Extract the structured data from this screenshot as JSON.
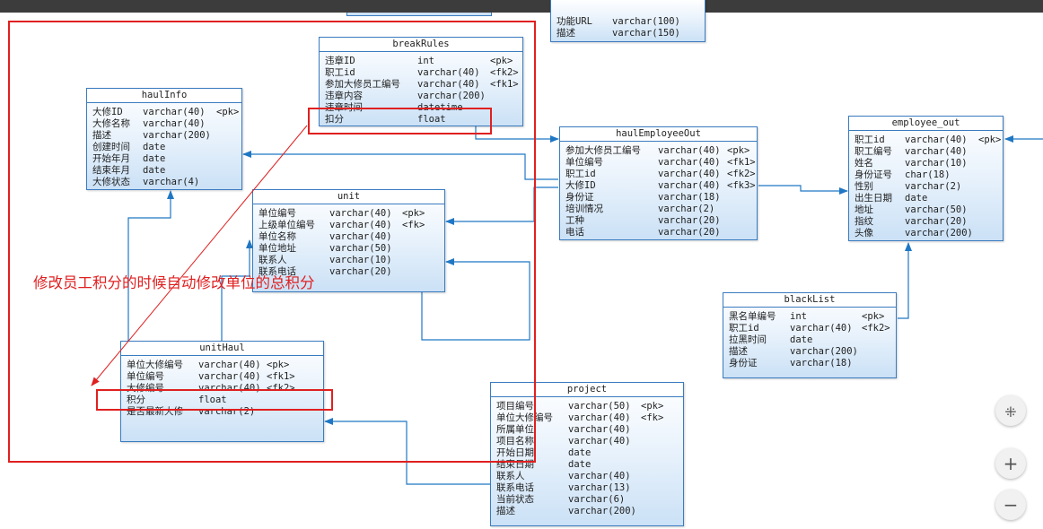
{
  "annotation": {
    "note": "修改员工积分的时候自动修改单位的总积分"
  },
  "tables": [
    {
      "id": "top",
      "title": "",
      "rows": [
        {
          "name": "功能URL",
          "type": "varchar(100)",
          "key": ""
        },
        {
          "name": "描述",
          "type": "varchar(150)",
          "key": ""
        }
      ]
    },
    {
      "id": "breakRules",
      "title": "breakRules",
      "rows": [
        {
          "name": "违章ID",
          "type": "int",
          "key": "<pk>"
        },
        {
          "name": "职工id",
          "type": "varchar(40)",
          "key": "<fk2>"
        },
        {
          "name": "参加大修员工编号",
          "type": "varchar(40)",
          "key": "<fk1>"
        },
        {
          "name": "违章内容",
          "type": "varchar(200)",
          "key": ""
        },
        {
          "name": "违章时间",
          "type": "datetime",
          "key": ""
        },
        {
          "name": "扣分",
          "type": "float",
          "key": ""
        }
      ]
    },
    {
      "id": "haulInfo",
      "title": "haulInfo",
      "rows": [
        {
          "name": "大修ID",
          "type": "varchar(40)",
          "key": "<pk>"
        },
        {
          "name": "大修名称",
          "type": "varchar(40)",
          "key": ""
        },
        {
          "name": "描述",
          "type": "varchar(200)",
          "key": ""
        },
        {
          "name": "创建时间",
          "type": "date",
          "key": ""
        },
        {
          "name": "开始年月",
          "type": "date",
          "key": ""
        },
        {
          "name": "结束年月",
          "type": "date",
          "key": ""
        },
        {
          "name": "大修状态",
          "type": "varchar(4)",
          "key": ""
        }
      ]
    },
    {
      "id": "unit",
      "title": "unit",
      "rows": [
        {
          "name": "单位编号",
          "type": "varchar(40)",
          "key": "<pk>"
        },
        {
          "name": "上级单位编号",
          "type": "varchar(40)",
          "key": "<fk>"
        },
        {
          "name": "单位名称",
          "type": "varchar(40)",
          "key": ""
        },
        {
          "name": "单位地址",
          "type": "varchar(50)",
          "key": ""
        },
        {
          "name": "联系人",
          "type": "varchar(10)",
          "key": ""
        },
        {
          "name": "联系电话",
          "type": "varchar(20)",
          "key": ""
        }
      ]
    },
    {
      "id": "haulEmployeeOut",
      "title": "haulEmployeeOut",
      "rows": [
        {
          "name": "参加大修员工编号",
          "type": "varchar(40)",
          "key": "<pk>"
        },
        {
          "name": "单位编号",
          "type": "varchar(40)",
          "key": "<fk1>"
        },
        {
          "name": "职工id",
          "type": "varchar(40)",
          "key": "<fk2>"
        },
        {
          "name": "大修ID",
          "type": "varchar(40)",
          "key": "<fk3>"
        },
        {
          "name": "身份证",
          "type": "varchar(18)",
          "key": ""
        },
        {
          "name": "培训情况",
          "type": "varchar(2)",
          "key": ""
        },
        {
          "name": "工种",
          "type": "varchar(20)",
          "key": ""
        },
        {
          "name": "电话",
          "type": "varchar(20)",
          "key": ""
        }
      ]
    },
    {
      "id": "employee_out",
      "title": "employee_out",
      "rows": [
        {
          "name": "职工id",
          "type": "varchar(40)",
          "key": "<pk>"
        },
        {
          "name": "职工编号",
          "type": "varchar(40)",
          "key": ""
        },
        {
          "name": "姓名",
          "type": "varchar(10)",
          "key": ""
        },
        {
          "name": "身份证号",
          "type": "char(18)",
          "key": ""
        },
        {
          "name": "性别",
          "type": "varchar(2)",
          "key": ""
        },
        {
          "name": "出生日期",
          "type": "date",
          "key": ""
        },
        {
          "name": "地址",
          "type": "varchar(50)",
          "key": ""
        },
        {
          "name": "指纹",
          "type": "varchar(20)",
          "key": ""
        },
        {
          "name": "头像",
          "type": "varchar(200)",
          "key": ""
        }
      ]
    },
    {
      "id": "blackList",
      "title": "blackList",
      "rows": [
        {
          "name": "黑名单编号",
          "type": "int",
          "key": "<pk>"
        },
        {
          "name": "职工id",
          "type": "varchar(40)",
          "key": "<fk2>"
        },
        {
          "name": "拉黑时间",
          "type": "date",
          "key": ""
        },
        {
          "name": "描述",
          "type": "varchar(200)",
          "key": ""
        },
        {
          "name": "身份证",
          "type": "varchar(18)",
          "key": ""
        }
      ]
    },
    {
      "id": "unitHaul",
      "title": "unitHaul",
      "rows": [
        {
          "name": "单位大修编号",
          "type": "varchar(40)",
          "key": "<pk>"
        },
        {
          "name": "单位编号",
          "type": "varchar(40)",
          "key": "<fk1>"
        },
        {
          "name": "大修编号",
          "type": "varchar(40)",
          "key": "<fk2>"
        },
        {
          "name": "积分",
          "type": "float",
          "key": ""
        },
        {
          "name": "是否最新大修",
          "type": "varchar(2)",
          "key": ""
        }
      ]
    },
    {
      "id": "project",
      "title": "project",
      "rows": [
        {
          "name": "项目编号",
          "type": "varchar(50)",
          "key": "<pk>"
        },
        {
          "name": "单位大修编号",
          "type": "varchar(40)",
          "key": "<fk>"
        },
        {
          "name": "所属单位",
          "type": "varchar(40)",
          "key": ""
        },
        {
          "name": "项目名称",
          "type": "varchar(40)",
          "key": ""
        },
        {
          "name": "开始日期",
          "type": "date",
          "key": ""
        },
        {
          "name": "结束日期",
          "type": "date",
          "key": ""
        },
        {
          "name": "联系人",
          "type": "varchar(40)",
          "key": ""
        },
        {
          "name": "联系电话",
          "type": "varchar(13)",
          "key": ""
        },
        {
          "name": "当前状态",
          "type": "varchar(6)",
          "key": ""
        },
        {
          "name": "描述",
          "type": "varchar(200)",
          "key": ""
        }
      ]
    }
  ],
  "zoom_controls": [
    {
      "name": "fit-screen-button",
      "icon": "fit-screen-icon",
      "glyph": "⁜"
    },
    {
      "name": "zoom-in-button",
      "icon": "zoom-in-icon",
      "glyph": "+"
    },
    {
      "name": "zoom-out-button",
      "icon": "zoom-out-icon",
      "glyph": "−"
    }
  ],
  "colors": {
    "connector": "#1f77c4",
    "highlight": "#e02020",
    "table_border": "#3a7bbf"
  }
}
